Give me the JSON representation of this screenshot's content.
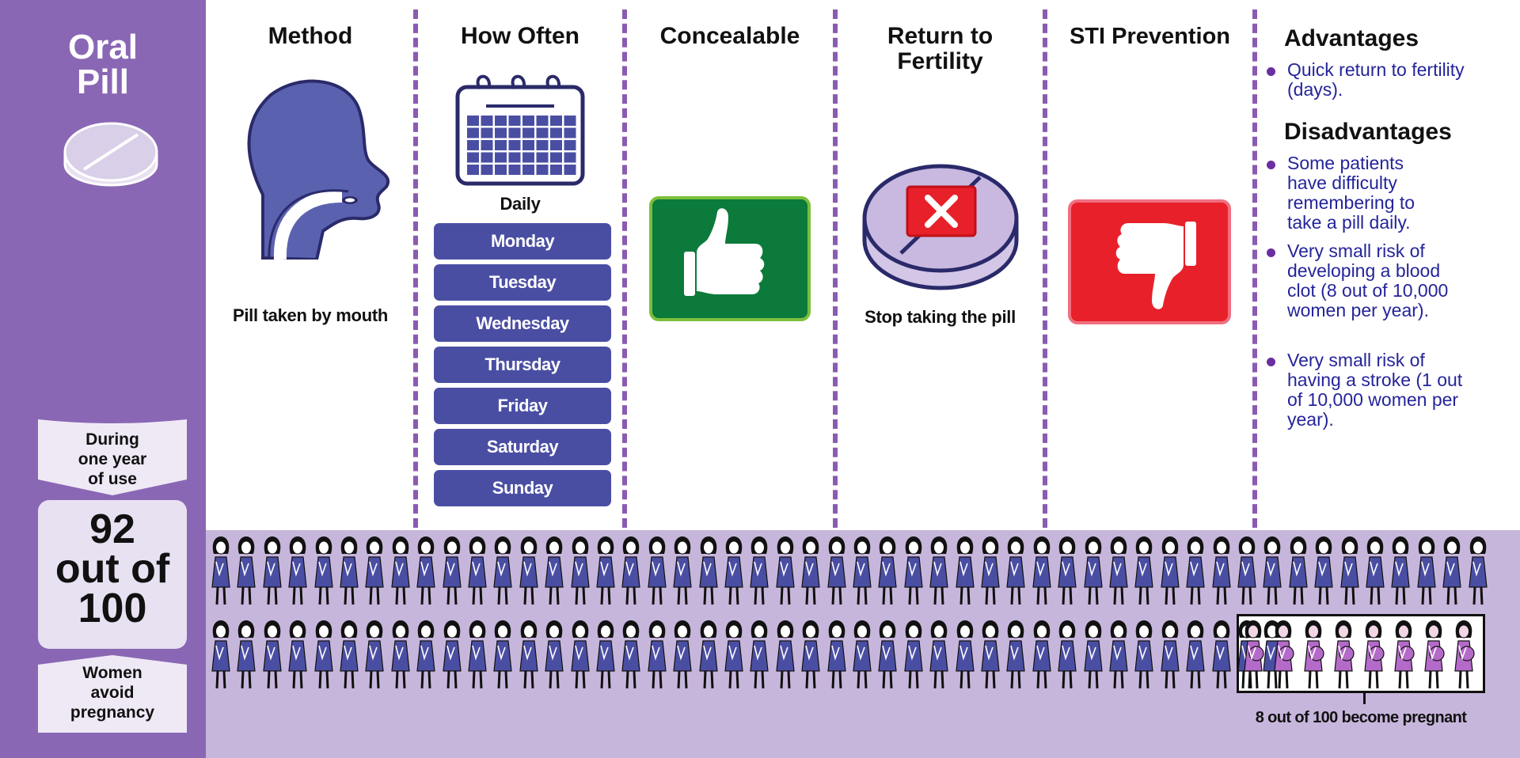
{
  "sidebar": {
    "title_line1": "Oral",
    "title_line2": "Pill",
    "pill_icon": "pill-icon",
    "during_line1": "During",
    "during_line2": "one year",
    "during_line3": "of use",
    "count_line1": "92",
    "count_line2": "out of",
    "count_line3": "100",
    "women_line1": "Women",
    "women_line2": "avoid",
    "women_line3": "pregnancy"
  },
  "columns": {
    "method": {
      "header": "Method",
      "icon": "head-profile-icon",
      "caption": "Pill taken by mouth"
    },
    "how_often": {
      "header": "How Often",
      "icon": "calendar-icon",
      "caption": "Daily",
      "days": [
        "Monday",
        "Tuesday",
        "Wednesday",
        "Thursday",
        "Friday",
        "Saturday",
        "Sunday"
      ]
    },
    "concealable": {
      "header": "Concealable",
      "icon": "thumbs-up-icon"
    },
    "fertility": {
      "header_line1": "Return to",
      "header_line2": "Fertility",
      "icon": "pill-x-icon",
      "caption": "Stop taking the pill"
    },
    "sti": {
      "header": "STI Prevention",
      "icon": "thumbs-down-icon"
    },
    "advantages": {
      "header": "Advantages",
      "items": [
        "Quick return to fertility (days)."
      ]
    },
    "disadvantages": {
      "header": "Disadvantages",
      "items": [
        "Some patients have difficulty remembering to take a pill daily.",
        "Very small risk of developing a blood clot (8 out of 10,000 women per year).",
        "Very small risk of having a stroke (1 out of 10,000 women per year)."
      ]
    }
  },
  "population": {
    "total": 100,
    "not_pregnant": 92,
    "pregnant": 8,
    "caption": "8 out of 100 become pregnant"
  },
  "colors": {
    "sidebar": "#8a67b4",
    "day_button": "#4a4ea3",
    "thumbs_up_bg": "#0b7a3b",
    "thumbs_down_bg": "#e8202a",
    "bottom_band": "#c7b6dc",
    "woman_dress": "#4a4ea3",
    "pregnant_dress": "#b46ac8"
  }
}
